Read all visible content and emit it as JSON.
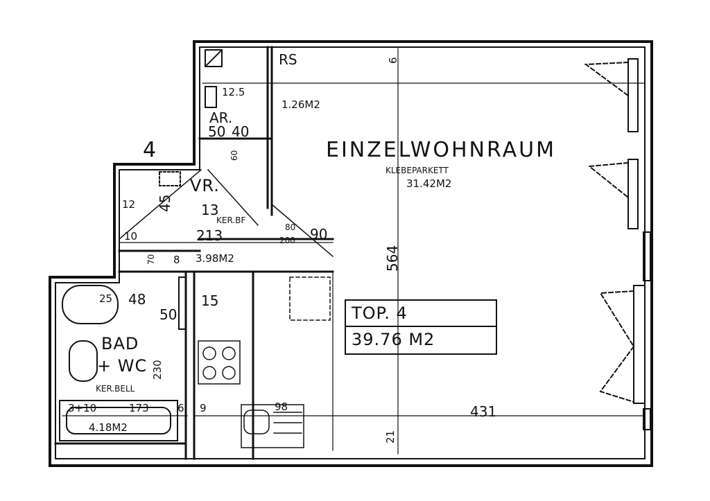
{
  "apartment": {
    "number": "4",
    "top_label": "TOP. 4",
    "total_area": "39.76 M2"
  },
  "rooms": {
    "living": {
      "name": "EINZELWOHNRAUM",
      "floor": "KLEBEPARKETT",
      "area": "31.42M2"
    },
    "hall": {
      "name": "VR.",
      "floor": "KER.BF",
      "area": "3.98M2"
    },
    "bath": {
      "name_line1": "BAD",
      "name_line2": "+ WC",
      "floor": "KER.BELL",
      "area": "4.18M2"
    },
    "storage": {
      "name": "AR.",
      "area": "1.26M2"
    }
  },
  "marks": {
    "rs": "RS"
  },
  "dimensions": {
    "d564": "564",
    "d431": "431",
    "d21": "21",
    "d90": "90",
    "d80": "80",
    "d200": "200",
    "d213": "213",
    "d13": "13",
    "d45": "45",
    "d12": "12",
    "d10": "10",
    "d70": "70",
    "d8": "8",
    "d15": "15",
    "d48": "48",
    "d25": "25",
    "d50": "50",
    "d230": "230",
    "d173": "173",
    "d310": "3+10",
    "d6": "6",
    "d9": "9",
    "d98": "98",
    "d60": "60",
    "d125": "12.5",
    "d40": "40",
    "d50b": "50",
    "d6b": "6"
  },
  "colors": {
    "ink": "#111111",
    "paper": "#ffffff"
  }
}
